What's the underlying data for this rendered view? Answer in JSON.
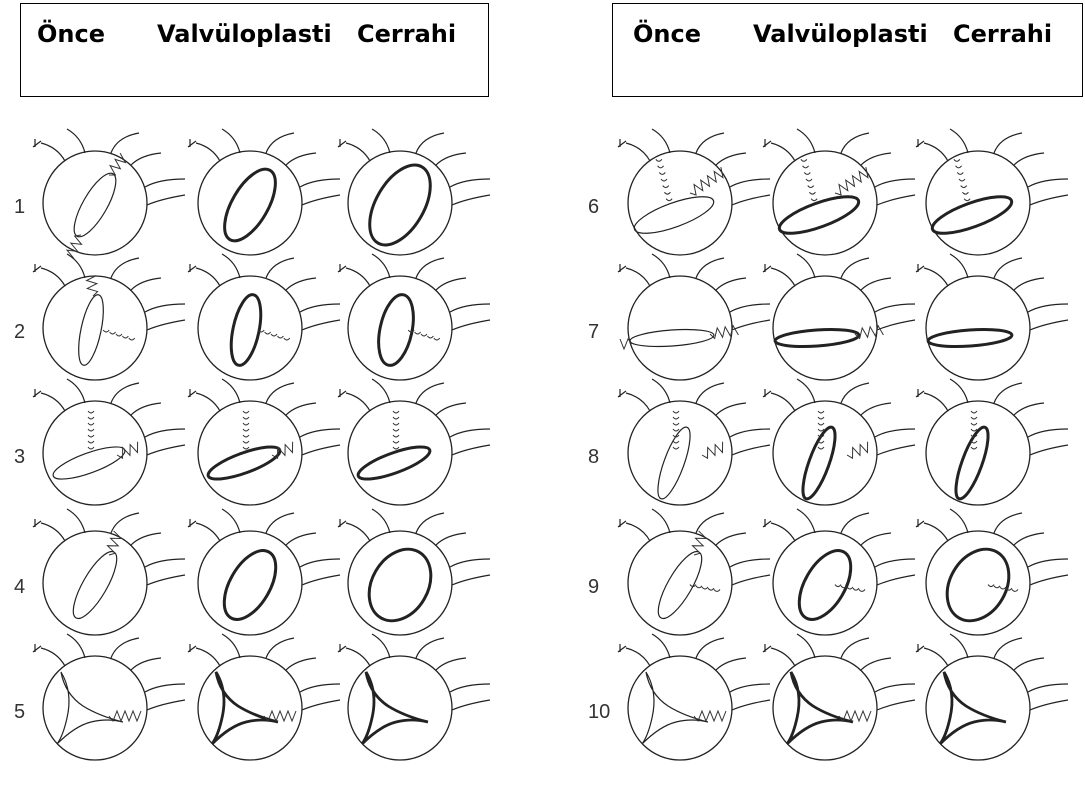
{
  "headers": {
    "left": [
      "Önce",
      "Valvüloplasti",
      "Cerrahi"
    ],
    "right": [
      "Önce",
      "Valvüloplasti",
      "Cerrahi"
    ]
  },
  "rows": [
    {
      "label": "1"
    },
    {
      "label": "2"
    },
    {
      "label": "3"
    },
    {
      "label": "4"
    },
    {
      "label": "5"
    },
    {
      "label": "6"
    },
    {
      "label": "7"
    },
    {
      "label": "8"
    },
    {
      "label": "9"
    },
    {
      "label": "10"
    }
  ]
}
